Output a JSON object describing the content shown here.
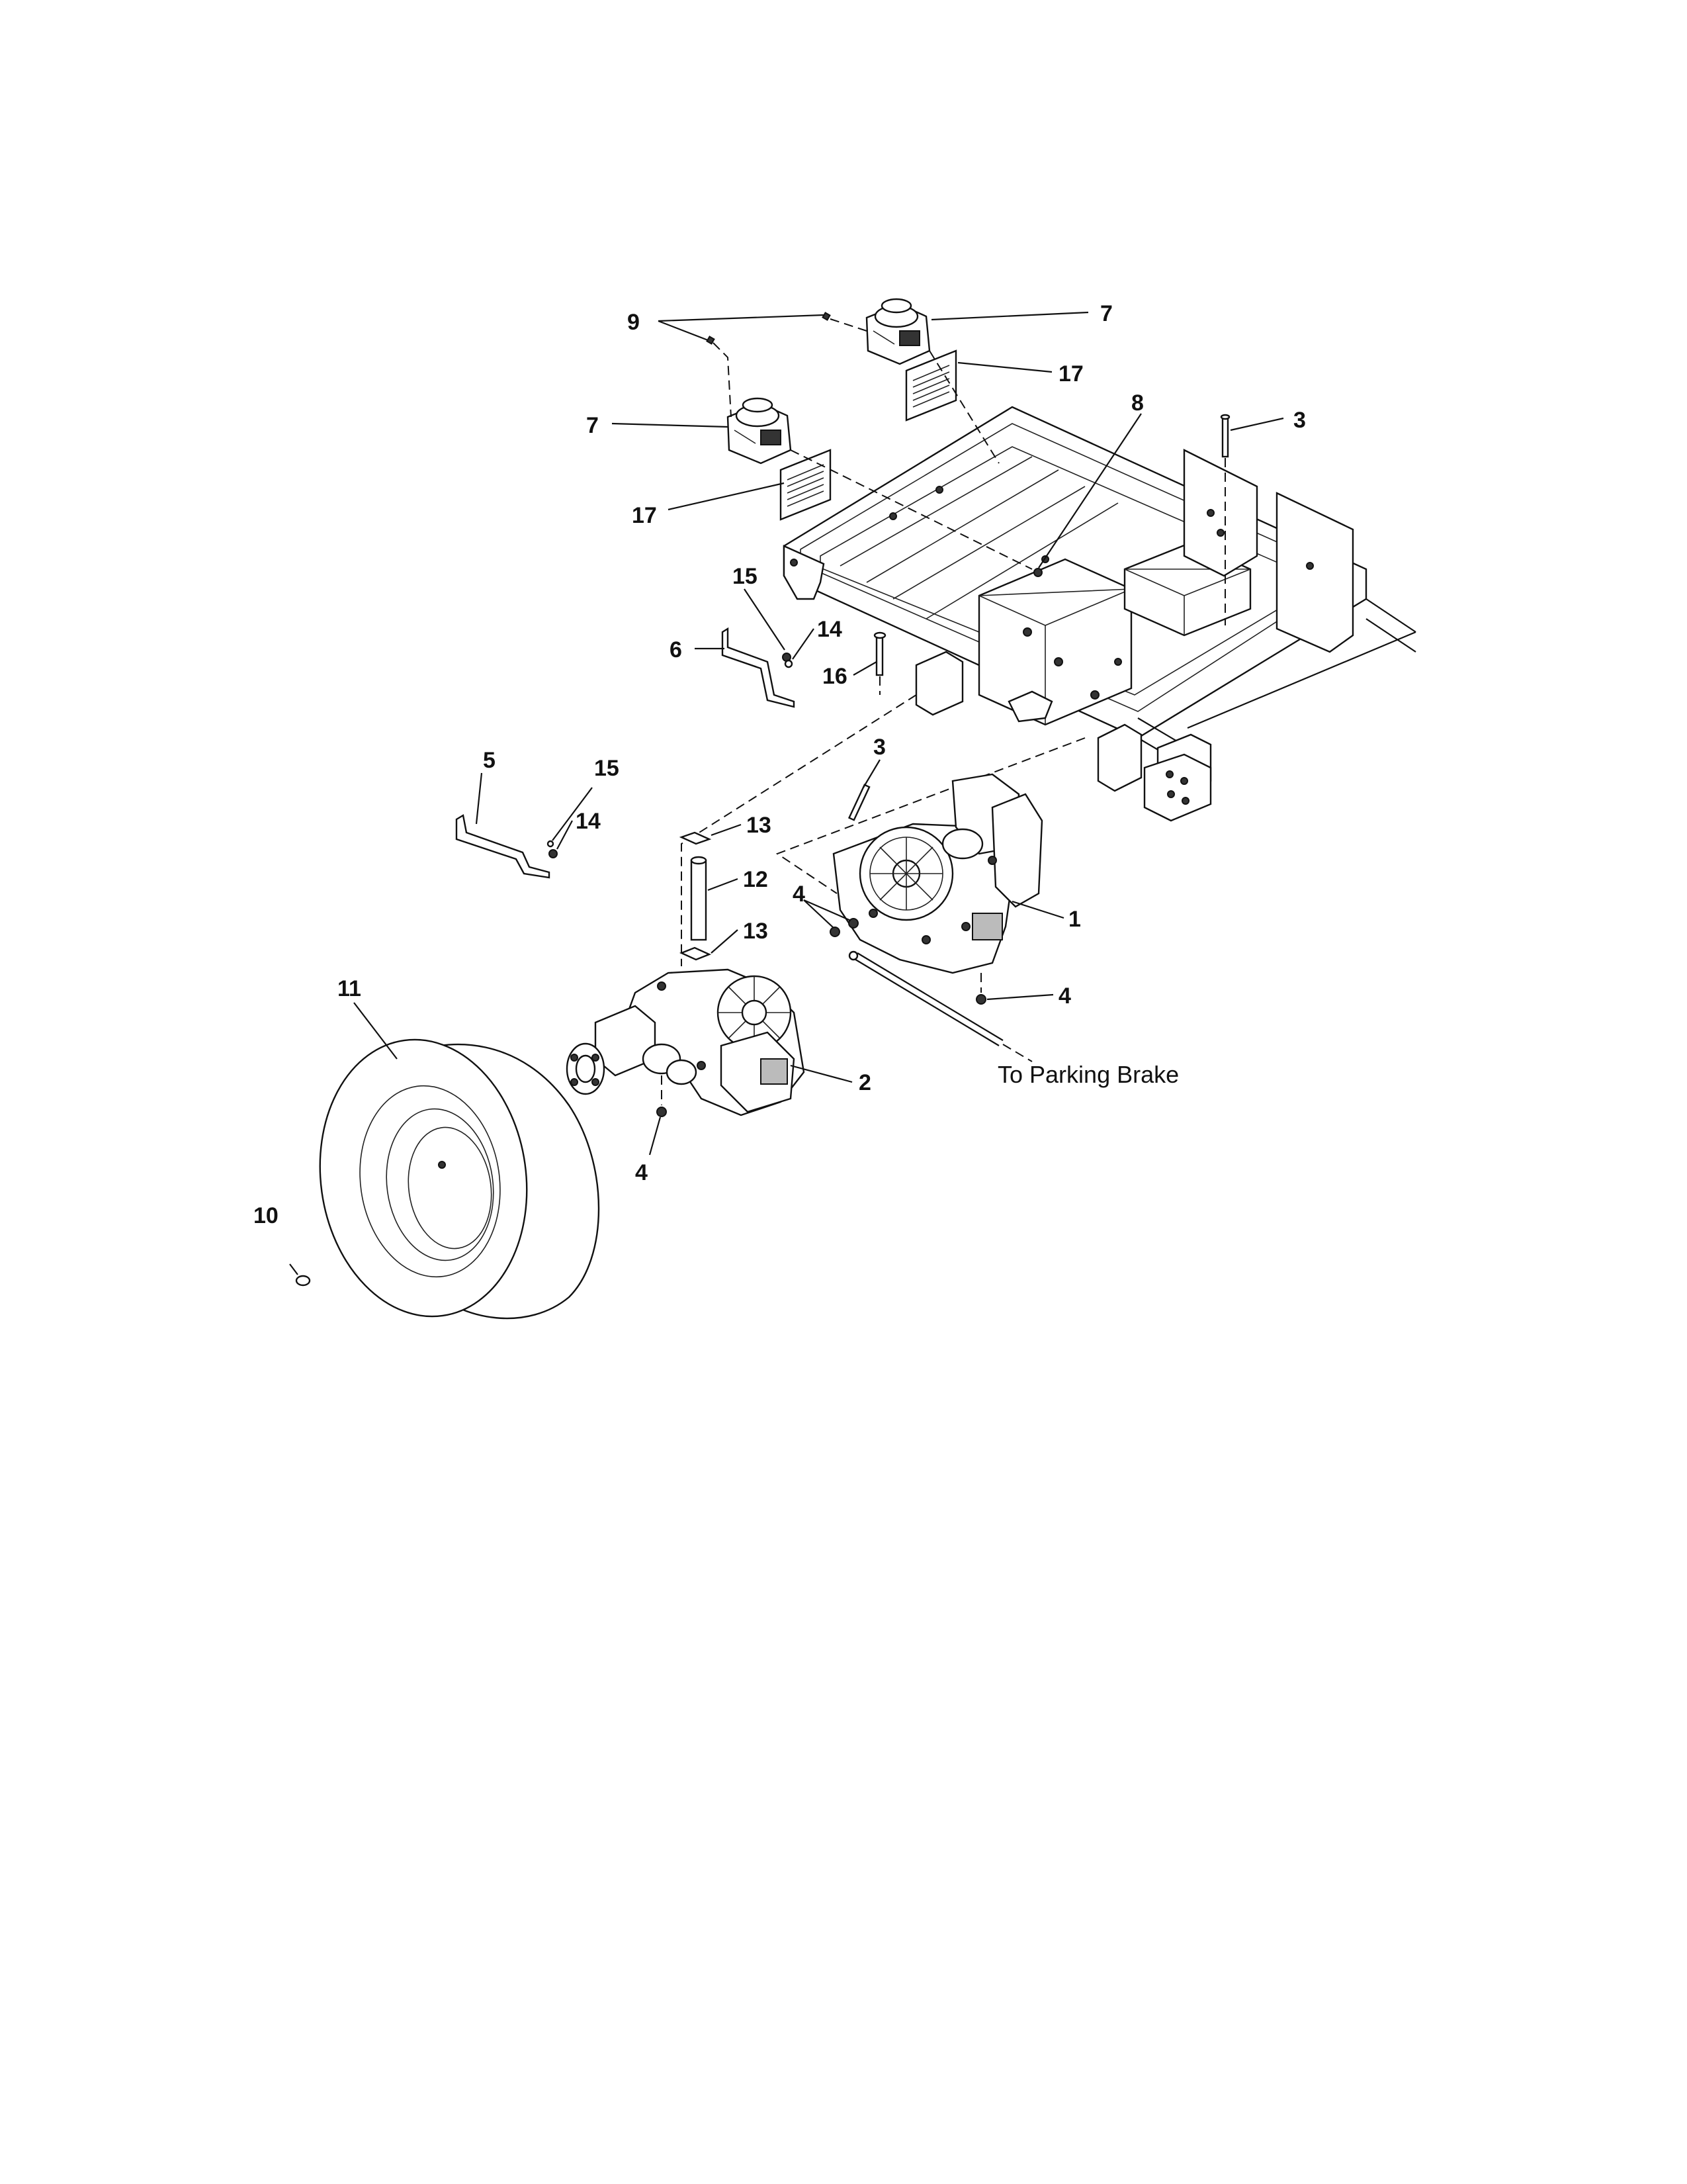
{
  "diagram": {
    "callouts": [
      {
        "id": "c9",
        "text": "9"
      },
      {
        "id": "c7a",
        "text": "7"
      },
      {
        "id": "c17a",
        "text": "17"
      },
      {
        "id": "c7b",
        "text": "7"
      },
      {
        "id": "c17b",
        "text": "17"
      },
      {
        "id": "c8",
        "text": "8"
      },
      {
        "id": "c3a",
        "text": "3"
      },
      {
        "id": "c15a",
        "text": "15"
      },
      {
        "id": "c14a",
        "text": "14"
      },
      {
        "id": "c6",
        "text": "6"
      },
      {
        "id": "c16",
        "text": "16"
      },
      {
        "id": "c5",
        "text": "5"
      },
      {
        "id": "c15b",
        "text": "15"
      },
      {
        "id": "c14b",
        "text": "14"
      },
      {
        "id": "c3b",
        "text": "3"
      },
      {
        "id": "c13a",
        "text": "13"
      },
      {
        "id": "c12",
        "text": "12"
      },
      {
        "id": "c13b",
        "text": "13"
      },
      {
        "id": "c4a",
        "text": "4"
      },
      {
        "id": "c1",
        "text": "1"
      },
      {
        "id": "c4b",
        "text": "4"
      },
      {
        "id": "c11",
        "text": "11"
      },
      {
        "id": "c2",
        "text": "2"
      },
      {
        "id": "c4c",
        "text": "4"
      },
      {
        "id": "c10",
        "text": "10"
      }
    ],
    "note": "To Parking Brake"
  }
}
